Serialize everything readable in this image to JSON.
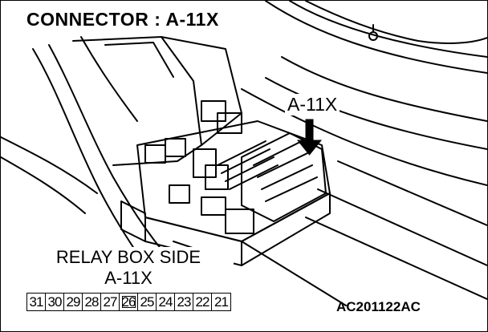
{
  "diagram": {
    "title": "CONNECTOR : A-11X",
    "callout_label": "A-11X",
    "relay_box_label_line1": "RELAY BOX SIDE",
    "relay_box_label_line2": "A-11X",
    "pins": [
      "31",
      "30",
      "29",
      "28",
      "27",
      "26",
      "25",
      "24",
      "23",
      "22",
      "21"
    ],
    "highlighted_pin": "26",
    "figure_code": "AC201122AC"
  },
  "colors": {
    "ink": "#000000",
    "paper": "#ffffff"
  }
}
